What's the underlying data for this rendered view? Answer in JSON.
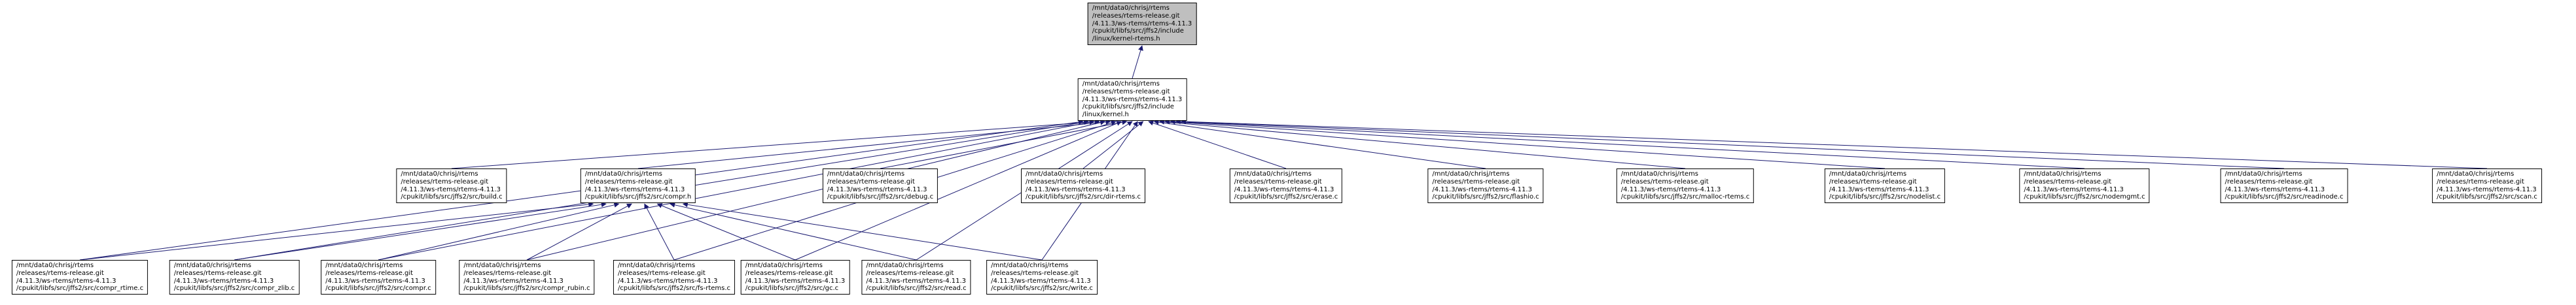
{
  "page": {
    "background": "#ffffff",
    "description": "Doxygen include dependency graph for kernel-rtems.h"
  },
  "colors": {
    "edge": "#191970",
    "node_border": "#000000",
    "node_bg": "#ffffff",
    "highlight_bg": "#bfbfbf",
    "text": "#000000"
  },
  "graph": {
    "nodes": [
      {
        "id": "kernel_rtems_h",
        "highlighted": true,
        "text": "/mnt/data0/chrisj/rtems\n/releases/rtems-release.git\n/4.11.3/ws-rtems/rtems-4.11.3\n/cpukit/libfs/src/jffs2/include\n/linux/kernel-rtems.h"
      },
      {
        "id": "kernel_h",
        "highlighted": false,
        "text": "/mnt/data0/chrisj/rtems\n/releases/rtems-release.git\n/4.11.3/ws-rtems/rtems-4.11.3\n/cpukit/libfs/src/jffs2/include\n/linux/kernel.h"
      },
      {
        "id": "build_c",
        "highlighted": false,
        "text": "/mnt/data0/chrisj/rtems\n/releases/rtems-release.git\n/4.11.3/ws-rtems/rtems-4.11.3\n/cpukit/libfs/src/jffs2/src/build.c"
      },
      {
        "id": "compr_h",
        "highlighted": false,
        "text": "/mnt/data0/chrisj/rtems\n/releases/rtems-release.git\n/4.11.3/ws-rtems/rtems-4.11.3\n/cpukit/libfs/src/jffs2/src/compr.h"
      },
      {
        "id": "debug_c",
        "highlighted": false,
        "text": "/mnt/data0/chrisj/rtems\n/releases/rtems-release.git\n/4.11.3/ws-rtems/rtems-4.11.3\n/cpukit/libfs/src/jffs2/src/debug.c"
      },
      {
        "id": "dir_rtems_c",
        "highlighted": false,
        "text": "/mnt/data0/chrisj/rtems\n/releases/rtems-release.git\n/4.11.3/ws-rtems/rtems-4.11.3\n/cpukit/libfs/src/jffs2/src/dir-rtems.c"
      },
      {
        "id": "erase_c",
        "highlighted": false,
        "text": "/mnt/data0/chrisj/rtems\n/releases/rtems-release.git\n/4.11.3/ws-rtems/rtems-4.11.3\n/cpukit/libfs/src/jffs2/src/erase.c"
      },
      {
        "id": "flashio_c",
        "highlighted": false,
        "text": "/mnt/data0/chrisj/rtems\n/releases/rtems-release.git\n/4.11.3/ws-rtems/rtems-4.11.3\n/cpukit/libfs/src/jffs2/src/flashio.c"
      },
      {
        "id": "malloc_rtems_c",
        "highlighted": false,
        "text": "/mnt/data0/chrisj/rtems\n/releases/rtems-release.git\n/4.11.3/ws-rtems/rtems-4.11.3\n/cpukit/libfs/src/jffs2/src/malloc-rtems.c"
      },
      {
        "id": "nodelist_c",
        "highlighted": false,
        "text": "/mnt/data0/chrisj/rtems\n/releases/rtems-release.git\n/4.11.3/ws-rtems/rtems-4.11.3\n/cpukit/libfs/src/jffs2/src/nodelist.c"
      },
      {
        "id": "nodemgmt_c",
        "highlighted": false,
        "text": "/mnt/data0/chrisj/rtems\n/releases/rtems-release.git\n/4.11.3/ws-rtems/rtems-4.11.3\n/cpukit/libfs/src/jffs2/src/nodemgmt.c"
      },
      {
        "id": "readinode_c",
        "highlighted": false,
        "text": "/mnt/data0/chrisj/rtems\n/releases/rtems-release.git\n/4.11.3/ws-rtems/rtems-4.11.3\n/cpukit/libfs/src/jffs2/src/readinode.c"
      },
      {
        "id": "scan_c",
        "highlighted": false,
        "text": "/mnt/data0/chrisj/rtems\n/releases/rtems-release.git\n/4.11.3/ws-rtems/rtems-4.11.3\n/cpukit/libfs/src/jffs2/src/scan.c"
      },
      {
        "id": "compr_rtime_c",
        "highlighted": false,
        "text": "/mnt/data0/chrisj/rtems\n/releases/rtems-release.git\n/4.11.3/ws-rtems/rtems-4.11.3\n/cpukit/libfs/src/jffs2/src/compr_rtime.c"
      },
      {
        "id": "compr_zlib_c",
        "highlighted": false,
        "text": "/mnt/data0/chrisj/rtems\n/releases/rtems-release.git\n/4.11.3/ws-rtems/rtems-4.11.3\n/cpukit/libfs/src/jffs2/src/compr_zlib.c"
      },
      {
        "id": "compr_c",
        "highlighted": false,
        "text": "/mnt/data0/chrisj/rtems\n/releases/rtems-release.git\n/4.11.3/ws-rtems/rtems-4.11.3\n/cpukit/libfs/src/jffs2/src/compr.c"
      },
      {
        "id": "compr_rubin_c",
        "highlighted": false,
        "text": "/mnt/data0/chrisj/rtems\n/releases/rtems-release.git\n/4.11.3/ws-rtems/rtems-4.11.3\n/cpukit/libfs/src/jffs2/src/compr_rubin.c"
      },
      {
        "id": "fs_rtems_c",
        "highlighted": false,
        "text": "/mnt/data0/chrisj/rtems\n/releases/rtems-release.git\n/4.11.3/ws-rtems/rtems-4.11.3\n/cpukit/libfs/src/jffs2/src/fs-rtems.c"
      },
      {
        "id": "gc_c",
        "highlighted": false,
        "text": "/mnt/data0/chrisj/rtems\n/releases/rtems-release.git\n/4.11.3/ws-rtems/rtems-4.11.3\n/cpukit/libfs/src/jffs2/src/gc.c"
      },
      {
        "id": "read_c",
        "highlighted": false,
        "text": "/mnt/data0/chrisj/rtems\n/releases/rtems-release.git\n/4.11.3/ws-rtems/rtems-4.11.3\n/cpukit/libfs/src/jffs2/src/read.c"
      },
      {
        "id": "write_c",
        "highlighted": false,
        "text": "/mnt/data0/chrisj/rtems\n/releases/rtems-release.git\n/4.11.3/ws-rtems/rtems-4.11.3\n/cpukit/libfs/src/jffs2/src/write.c"
      }
    ],
    "edges": [
      {
        "from": "kernel_h",
        "to": "kernel_rtems_h"
      },
      {
        "from": "build_c",
        "to": "kernel_h"
      },
      {
        "from": "compr_h",
        "to": "kernel_h"
      },
      {
        "from": "debug_c",
        "to": "kernel_h"
      },
      {
        "from": "dir_rtems_c",
        "to": "kernel_h"
      },
      {
        "from": "erase_c",
        "to": "kernel_h"
      },
      {
        "from": "flashio_c",
        "to": "kernel_h"
      },
      {
        "from": "malloc_rtems_c",
        "to": "kernel_h"
      },
      {
        "from": "nodelist_c",
        "to": "kernel_h"
      },
      {
        "from": "nodemgmt_c",
        "to": "kernel_h"
      },
      {
        "from": "readinode_c",
        "to": "kernel_h"
      },
      {
        "from": "scan_c",
        "to": "kernel_h"
      },
      {
        "from": "compr_rtime_c",
        "to": "kernel_h"
      },
      {
        "from": "compr_zlib_c",
        "to": "kernel_h"
      },
      {
        "from": "compr_c",
        "to": "kernel_h"
      },
      {
        "from": "compr_rubin_c",
        "to": "kernel_h"
      },
      {
        "from": "fs_rtems_c",
        "to": "kernel_h"
      },
      {
        "from": "gc_c",
        "to": "kernel_h"
      },
      {
        "from": "read_c",
        "to": "kernel_h"
      },
      {
        "from": "write_c",
        "to": "kernel_h"
      },
      {
        "from": "compr_rtime_c",
        "to": "compr_h"
      },
      {
        "from": "compr_zlib_c",
        "to": "compr_h"
      },
      {
        "from": "compr_c",
        "to": "compr_h"
      },
      {
        "from": "compr_rubin_c",
        "to": "compr_h"
      },
      {
        "from": "fs_rtems_c",
        "to": "compr_h"
      },
      {
        "from": "gc_c",
        "to": "compr_h"
      },
      {
        "from": "read_c",
        "to": "compr_h"
      },
      {
        "from": "write_c",
        "to": "compr_h"
      }
    ]
  }
}
